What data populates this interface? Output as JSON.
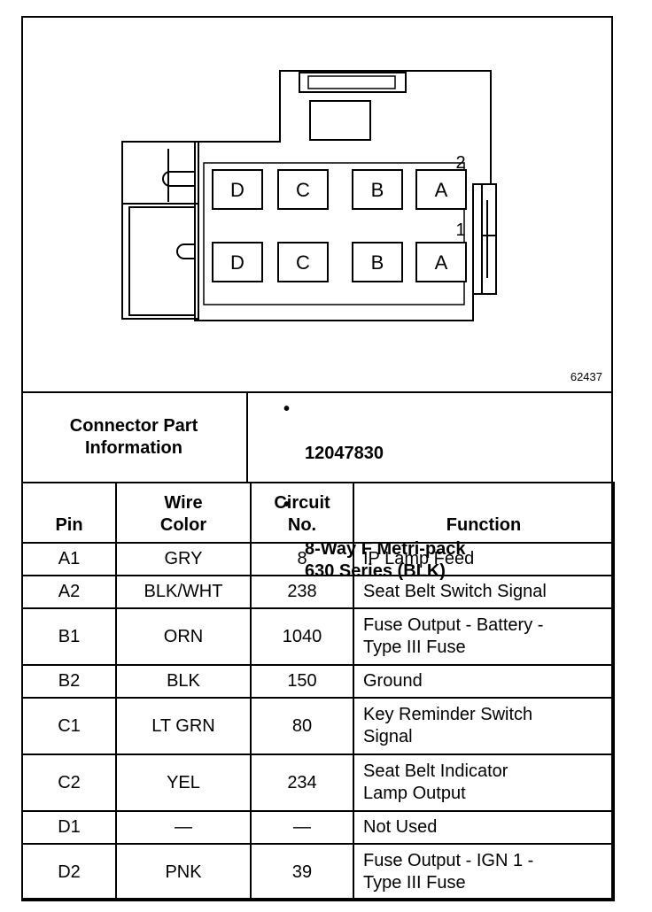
{
  "figure_number": "62437",
  "connector": {
    "row2_label": "2",
    "row1_label": "1",
    "row2_pins": [
      "D",
      "C",
      "B",
      "A"
    ],
    "row1_pins": [
      "D",
      "C",
      "B",
      "A"
    ]
  },
  "info": {
    "label": "Connector Part\nInformation",
    "items": [
      {
        "bullet": "•",
        "text": "12047830"
      },
      {
        "bullet": "•",
        "text": "8-Way F Metri-pack\n630 Series (BLK)"
      }
    ]
  },
  "table": {
    "headers": {
      "pin": "Pin",
      "wire_color": "Wire\nColor",
      "circuit_no": "Circuit\nNo.",
      "function": "Function"
    },
    "rows": [
      {
        "pin": "A1",
        "wire": "GRY",
        "circuit": "8",
        "function": "IP Lamp Feed"
      },
      {
        "pin": "A2",
        "wire": "BLK/WHT",
        "circuit": "238",
        "function": "Seat Belt Switch Signal"
      },
      {
        "pin": "B1",
        "wire": "ORN",
        "circuit": "1040",
        "function": "Fuse Output - Battery -\nType III Fuse"
      },
      {
        "pin": "B2",
        "wire": "BLK",
        "circuit": "150",
        "function": "Ground"
      },
      {
        "pin": "C1",
        "wire": "LT GRN",
        "circuit": "80",
        "function": "Key Reminder Switch\nSignal"
      },
      {
        "pin": "C2",
        "wire": "YEL",
        "circuit": "234",
        "function": "Seat Belt Indicator\nLamp Output"
      },
      {
        "pin": "D1",
        "wire": "—",
        "circuit": "—",
        "function": "Not Used"
      },
      {
        "pin": "D2",
        "wire": "PNK",
        "circuit": "39",
        "function": "Fuse Output - IGN 1 -\nType III Fuse"
      }
    ]
  }
}
